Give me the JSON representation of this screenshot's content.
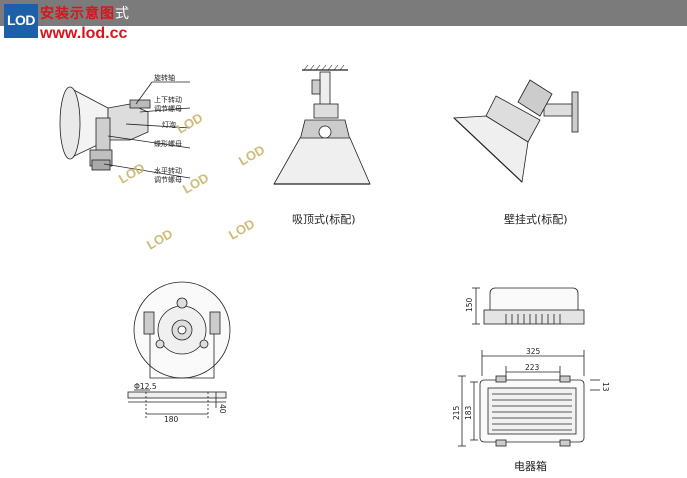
{
  "header": {
    "title_red": "安装示意图",
    "title_tail": "式",
    "logo": "LOD",
    "url": "www.lod.cc"
  },
  "watermark": "LOD",
  "lamp_labels": {
    "rotation_axis": "旋转轴",
    "vertical_rotation_1": "上下转动",
    "vertical_rotation_2": "调节螺母",
    "bulb": "灯泡",
    "wing_nut": "蝶形螺母",
    "horizontal_rotation_1": "水平转动",
    "horizontal_rotation_2": "调节螺母"
  },
  "captions": {
    "ceiling": "吸顶式(标配)",
    "wall": "壁挂式(标配)",
    "gear_box": "电器箱"
  },
  "dimensions": {
    "hole": "Φ12.5",
    "width_180": "180",
    "side_40": "40",
    "height_150": "150",
    "width_325": "325",
    "width_223": "223",
    "side_13": "13",
    "height_215": "215",
    "height_183": "183"
  },
  "colors": {
    "header_bar": "#7b7b7b",
    "logo_blue": "#1d5fa8",
    "accent_red": "#d8141c",
    "watermark": "#c9b56b"
  }
}
